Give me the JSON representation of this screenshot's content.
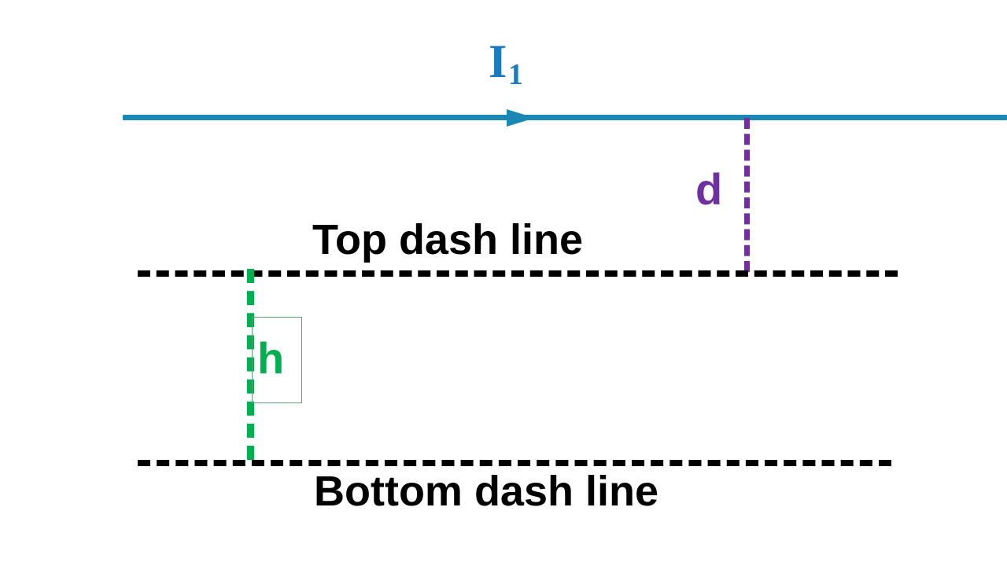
{
  "diagram": {
    "title_hidden": "",
    "wire": {
      "name": "current-wire",
      "label": "I",
      "label_sub": "1",
      "color": "#1b87b5"
    },
    "dashed_lines": {
      "top": {
        "label": "Top dash line",
        "color": "#000000"
      },
      "bottom": {
        "label": "Bottom dash line",
        "color": "#000000"
      }
    },
    "distance_d": {
      "label": "d",
      "color": "#7030a0"
    },
    "height_h": {
      "label": "h",
      "color": "#00b050"
    }
  }
}
